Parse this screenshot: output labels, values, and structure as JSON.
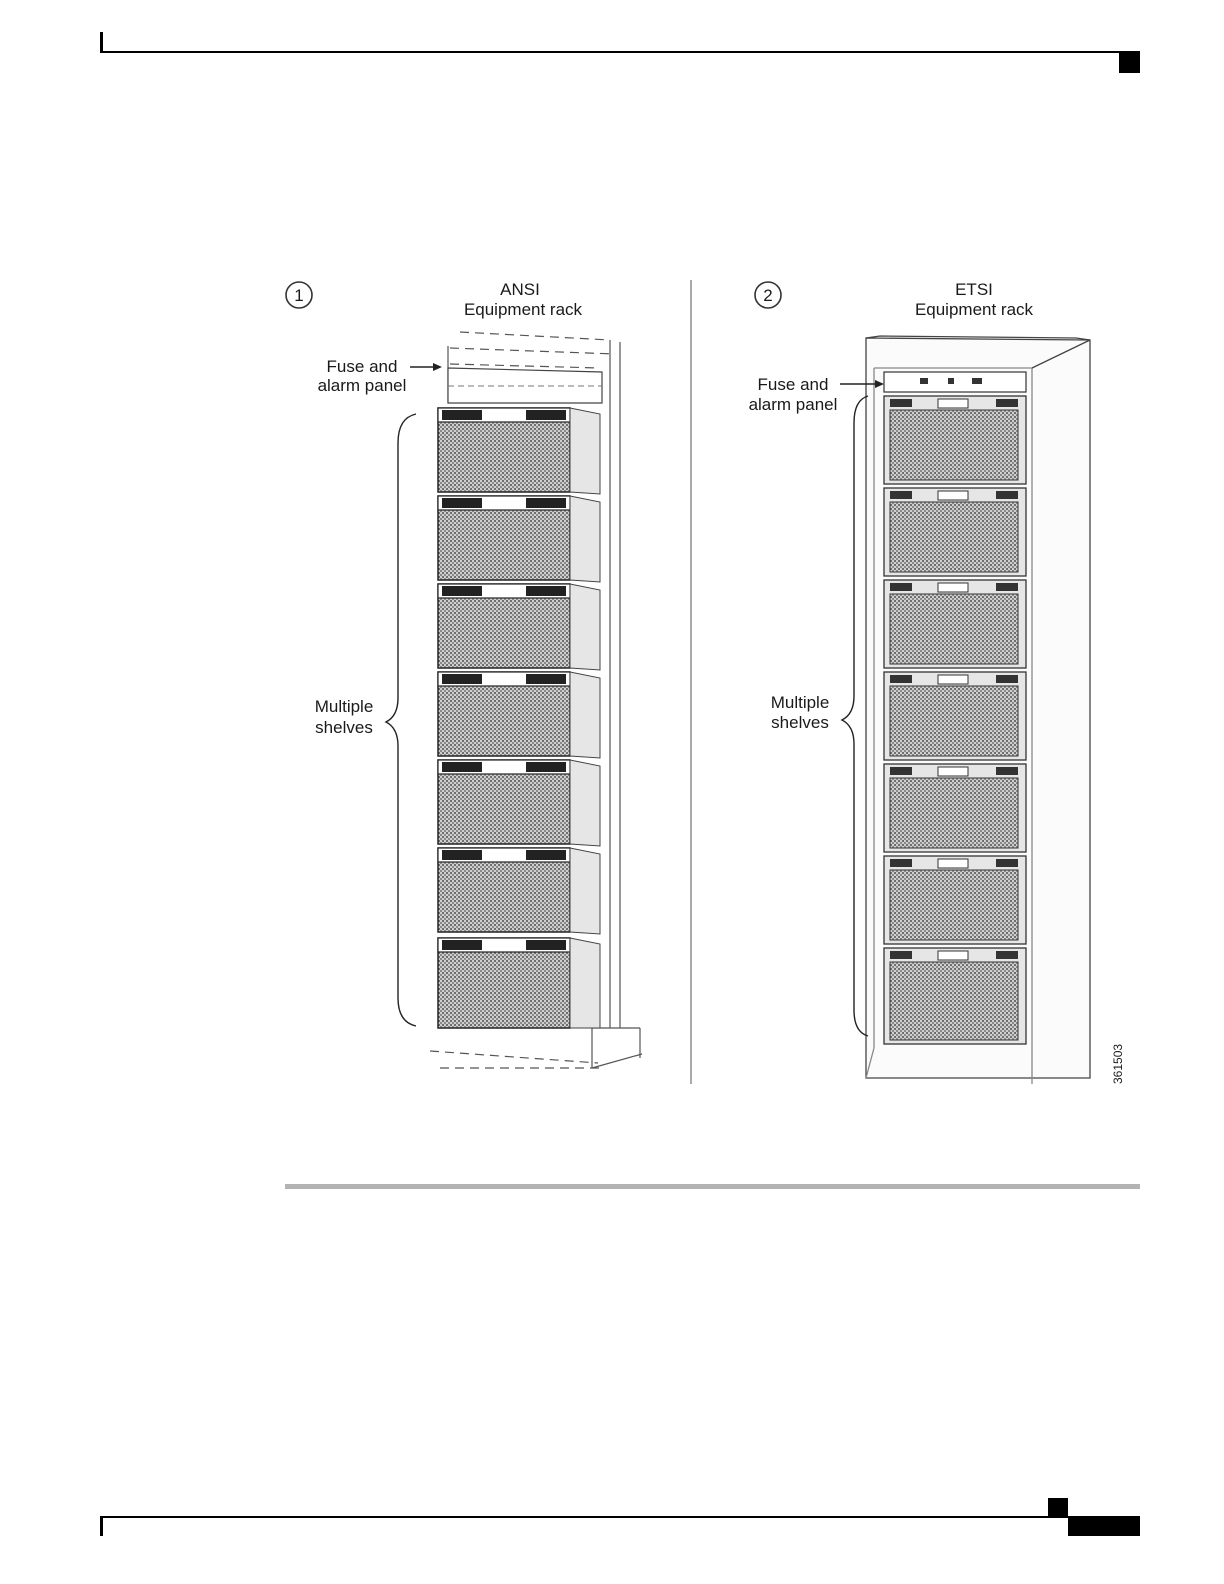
{
  "figure": {
    "left": {
      "callout_number": "1",
      "title_line1": "ANSI",
      "title_line2": "Equipment rack",
      "fuse_line1": "Fuse and",
      "fuse_line2": "alarm panel",
      "shelves_line1": "Multiple",
      "shelves_line2": "shelves"
    },
    "right": {
      "callout_number": "2",
      "title_line1": "ETSI",
      "title_line2": "Equipment rack",
      "fuse_line1": "Fuse and",
      "fuse_line2": "alarm panel",
      "shelves_line1": "Multiple",
      "shelves_line2": "shelves"
    },
    "figure_id": "361503"
  }
}
